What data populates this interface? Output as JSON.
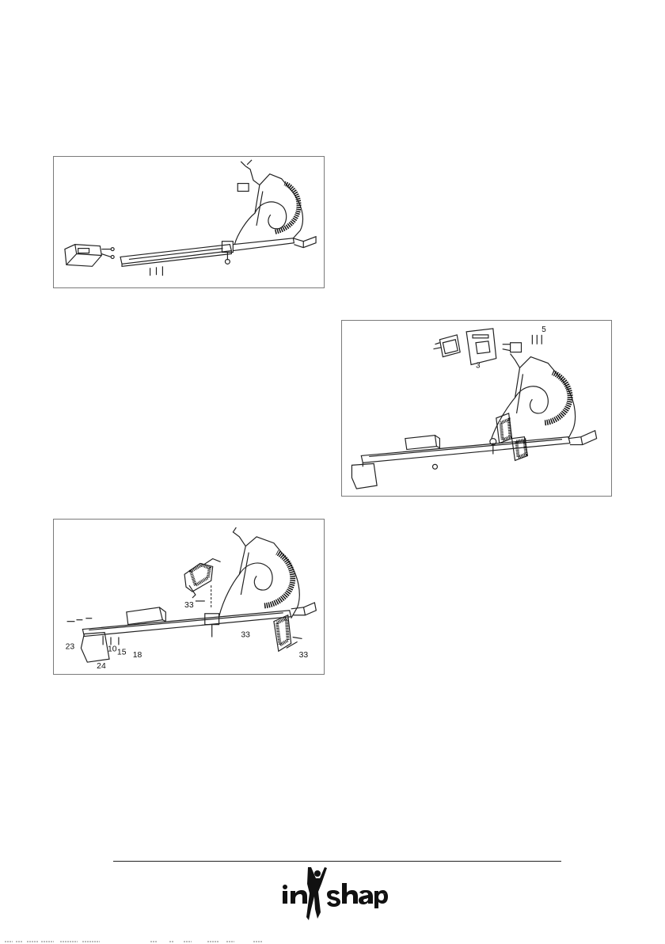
{
  "figure_2": {
    "callouts": [
      "5",
      "3"
    ]
  },
  "figure_3": {
    "callouts": [
      "33",
      "33",
      "23",
      "10",
      "15",
      "18",
      "24",
      "33"
    ]
  },
  "footer": {
    "logo_alt": "inshape"
  }
}
